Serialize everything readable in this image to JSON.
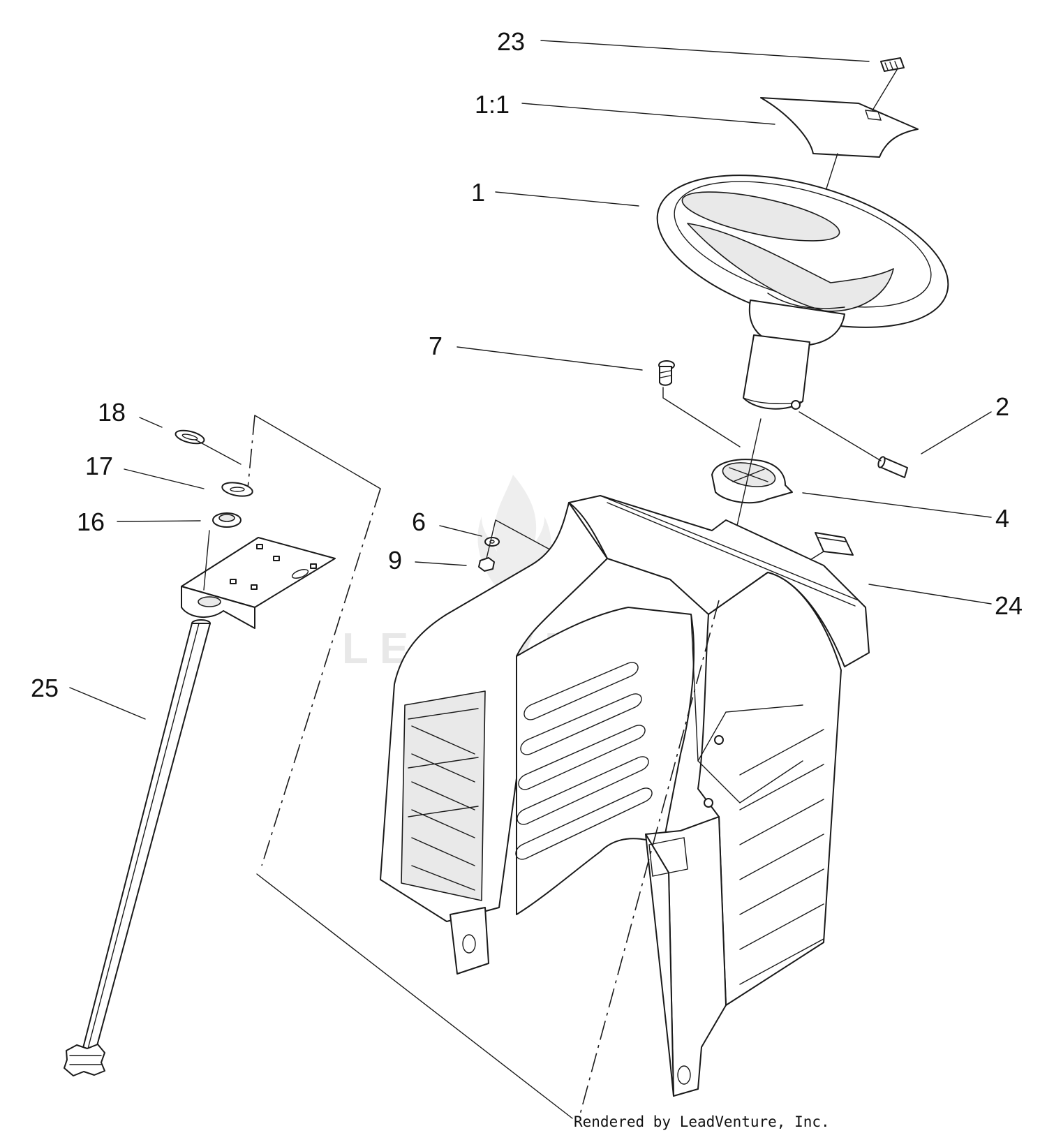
{
  "diagram": {
    "callouts": [
      {
        "id": "23",
        "text": "23"
      },
      {
        "id": "1-1",
        "text": "1:1"
      },
      {
        "id": "1",
        "text": "1"
      },
      {
        "id": "7",
        "text": "7"
      },
      {
        "id": "2",
        "text": "2"
      },
      {
        "id": "18",
        "text": "18"
      },
      {
        "id": "17",
        "text": "17"
      },
      {
        "id": "16",
        "text": "16"
      },
      {
        "id": "4",
        "text": "4"
      },
      {
        "id": "6",
        "text": "6"
      },
      {
        "id": "9",
        "text": "9"
      },
      {
        "id": "24",
        "text": "24"
      },
      {
        "id": "25",
        "text": "25"
      }
    ],
    "watermark": "LEADVENTURE",
    "credit": "Rendered by LeadVenture, Inc."
  }
}
